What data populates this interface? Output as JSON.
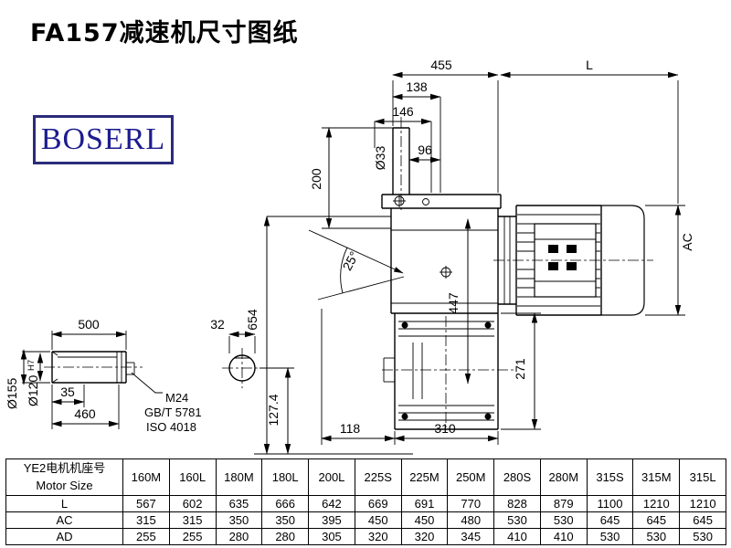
{
  "page": {
    "title": "FA157减速机尺寸图纸",
    "logo": "BOSERL"
  },
  "drawing": {
    "dims": {
      "top_width": "455",
      "length_L": "L",
      "d138": "138",
      "d146": "146",
      "d96": "96",
      "dia33": "Ø33",
      "d200": "200",
      "angle": "25°",
      "height654": "654",
      "d447": "447",
      "motor_dia": "AC",
      "d271": "271",
      "shaft_len": "500",
      "d32": "32",
      "d35": "35",
      "d460": "460",
      "dia155": "Ø155",
      "dia120": "Ø120",
      "dia120_tol": "H7",
      "thread": "M24",
      "std1": "GB/T 5781",
      "std2": "ISO 4018",
      "d127": "127.4",
      "d118": "118",
      "d310": "310"
    }
  },
  "table": {
    "header_line1": "YE2电机机座号",
    "header_line2": "Motor Size",
    "columns": [
      "160M",
      "160L",
      "180M",
      "180L",
      "200L",
      "225S",
      "225M",
      "250M",
      "280S",
      "280M",
      "315S",
      "315M",
      "315L"
    ],
    "rows": [
      {
        "label": "L",
        "values": [
          "567",
          "602",
          "635",
          "666",
          "642",
          "669",
          "691",
          "770",
          "828",
          "879",
          "1100",
          "1210",
          "1210"
        ]
      },
      {
        "label": "AC",
        "values": [
          "315",
          "315",
          "350",
          "350",
          "395",
          "450",
          "450",
          "480",
          "530",
          "530",
          "645",
          "645",
          "645"
        ]
      },
      {
        "label": "AD",
        "values": [
          "255",
          "255",
          "280",
          "280",
          "305",
          "320",
          "320",
          "345",
          "410",
          "410",
          "530",
          "530",
          "530"
        ]
      }
    ]
  }
}
